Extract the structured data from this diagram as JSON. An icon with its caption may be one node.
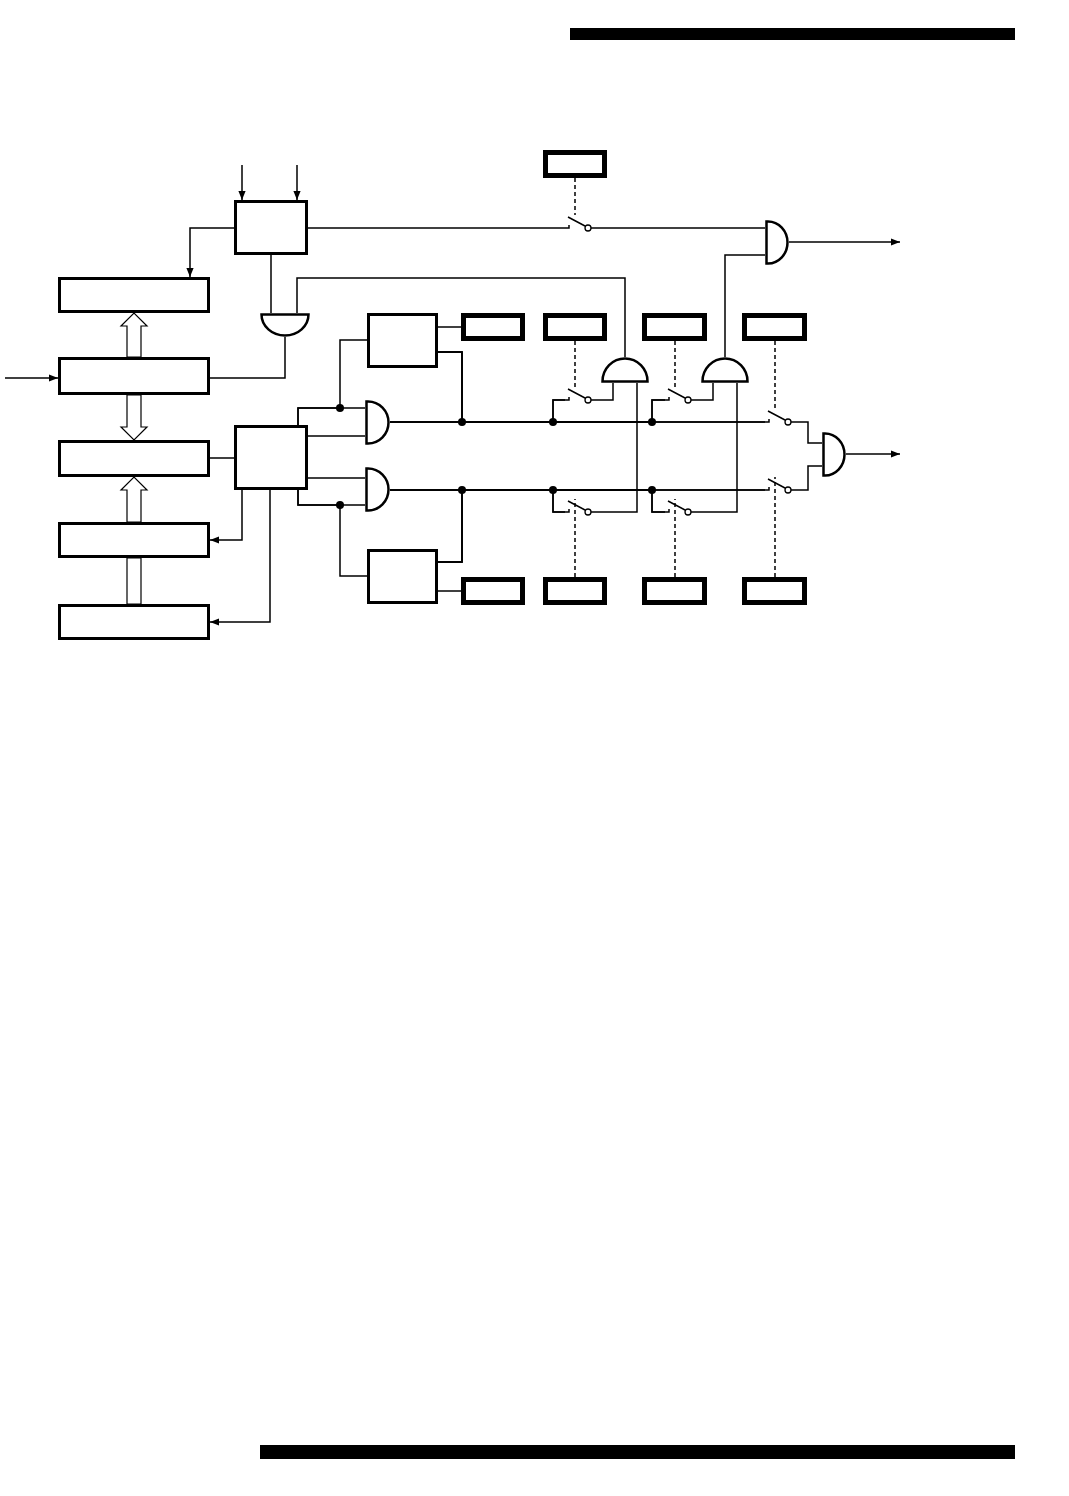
{
  "diagram": {
    "nodes": [
      {
        "text": [],
        "shape": "box"
      },
      {
        "text": [],
        "shape": "box"
      },
      {
        "text": [],
        "shape": "box"
      },
      {
        "text": [],
        "shape": "gate"
      },
      {
        "text": [],
        "shape": "gate"
      },
      {
        "text": [],
        "shape": "box"
      },
      {
        "text": [],
        "shape": "box"
      },
      {
        "text": [],
        "shape": "box"
      },
      {
        "text": [],
        "shape": "box"
      },
      {
        "text": [],
        "shape": "box"
      },
      {
        "text": [],
        "shape": "box"
      },
      {
        "text": [],
        "shape": "gate"
      },
      {
        "text": [],
        "shape": "gate"
      },
      {
        "text": [],
        "shape": "gate"
      },
      {
        "text": [],
        "shape": "box"
      },
      {
        "text": [],
        "shape": "box"
      },
      {
        "text": [],
        "shape": "gate"
      },
      {
        "text": [],
        "shape": "gate"
      },
      {
        "text": [],
        "shape": "box"
      },
      {
        "text": [],
        "shape": "box"
      },
      {
        "text": [],
        "shape": "box"
      },
      {
        "text": [],
        "shape": "box"
      },
      {
        "text": [],
        "shape": "box"
      },
      {
        "text": [],
        "shape": "box"
      },
      {
        "text": [],
        "shape": "box"
      },
      {
        "text": [],
        "shape": "switch"
      },
      {
        "text": [],
        "shape": "switch"
      },
      {
        "text": [],
        "shape": "switch"
      },
      {
        "text": [],
        "shape": "switch"
      },
      {
        "text": [],
        "shape": "switch"
      },
      {
        "text": [],
        "shape": "switch"
      },
      {
        "text": [],
        "shape": "switch"
      }
    ],
    "edges": [
      {
        "from": null,
        "to": 0,
        "arrow": "to"
      },
      {
        "from": null,
        "to": 0,
        "arrow": "to"
      },
      {
        "from": 0,
        "to": 2,
        "arrow": "to"
      },
      {
        "from": 0,
        "to": 25,
        "arrow": "none"
      },
      {
        "from": 25,
        "to": 4,
        "arrow": "none"
      },
      {
        "from": 1,
        "to": 25,
        "arrow": "none",
        "style": "dashed"
      },
      {
        "from": 0,
        "to": 3,
        "arrow": "none"
      },
      {
        "from": 3,
        "to": 10,
        "arrow": "none"
      },
      {
        "from": 11,
        "to": 3,
        "arrow": "none"
      },
      {
        "from": null,
        "to": 10,
        "arrow": "to"
      },
      {
        "from": 10,
        "to": 2,
        "arrow": "to",
        "style": "thick"
      },
      {
        "from": 10,
        "to": 14,
        "arrow": "to",
        "style": "thick"
      },
      {
        "from": 18,
        "to": 14,
        "arrow": "to",
        "style": "thick"
      },
      {
        "from": 24,
        "to": 18,
        "arrow": "none",
        "style": "thick"
      },
      {
        "from": 14,
        "to": 15,
        "arrow": "none"
      },
      {
        "from": 15,
        "to": 18,
        "arrow": "to"
      },
      {
        "from": 15,
        "to": 24,
        "arrow": "to"
      },
      {
        "from": 15,
        "to": 13,
        "arrow": "none"
      },
      {
        "from": 15,
        "to": 13,
        "arrow": "none"
      },
      {
        "from": 15,
        "to": 5,
        "arrow": "none"
      },
      {
        "from": 15,
        "to": 17,
        "arrow": "none"
      },
      {
        "from": 15,
        "to": 17,
        "arrow": "none"
      },
      {
        "from": 15,
        "to": 19,
        "arrow": "none"
      },
      {
        "from": 5,
        "to": 6,
        "arrow": "none"
      },
      {
        "from": 19,
        "to": 20,
        "arrow": "none"
      },
      {
        "from": 13,
        "to": 26,
        "arrow": "none"
      },
      {
        "from": 13,
        "to": 27,
        "arrow": "none"
      },
      {
        "from": 13,
        "to": 28,
        "arrow": "none"
      },
      {
        "from": 5,
        "to": 26,
        "arrow": "none"
      },
      {
        "from": 5,
        "to": 27,
        "arrow": "none"
      },
      {
        "from": 5,
        "to": 28,
        "arrow": "none"
      },
      {
        "from": 17,
        "to": 29,
        "arrow": "none"
      },
      {
        "from": 17,
        "to": 30,
        "arrow": "none"
      },
      {
        "from": 17,
        "to": 31,
        "arrow": "none"
      },
      {
        "from": 19,
        "to": 29,
        "arrow": "none"
      },
      {
        "from": 19,
        "to": 30,
        "arrow": "none"
      },
      {
        "from": 19,
        "to": 31,
        "arrow": "none"
      },
      {
        "from": 26,
        "to": 11,
        "arrow": "none"
      },
      {
        "from": 29,
        "to": 11,
        "arrow": "none"
      },
      {
        "from": 27,
        "to": 12,
        "arrow": "none"
      },
      {
        "from": 30,
        "to": 12,
        "arrow": "none"
      },
      {
        "from": 12,
        "to": 4,
        "arrow": "none"
      },
      {
        "from": 28,
        "to": 16,
        "arrow": "none"
      },
      {
        "from": 31,
        "to": 16,
        "arrow": "none"
      },
      {
        "from": 16,
        "to": null,
        "arrow": "to"
      },
      {
        "from": 4,
        "to": null,
        "arrow": "to"
      },
      {
        "from": 7,
        "to": 26,
        "arrow": "none",
        "style": "dashed"
      },
      {
        "from": 8,
        "to": 27,
        "arrow": "none",
        "style": "dashed"
      },
      {
        "from": 9,
        "to": 28,
        "arrow": "none",
        "style": "dashed"
      },
      {
        "from": 21,
        "to": 29,
        "arrow": "none",
        "style": "dashed"
      },
      {
        "from": 22,
        "to": 30,
        "arrow": "none",
        "style": "dashed"
      },
      {
        "from": 23,
        "to": 31,
        "arrow": "none",
        "style": "dashed"
      }
    ]
  }
}
